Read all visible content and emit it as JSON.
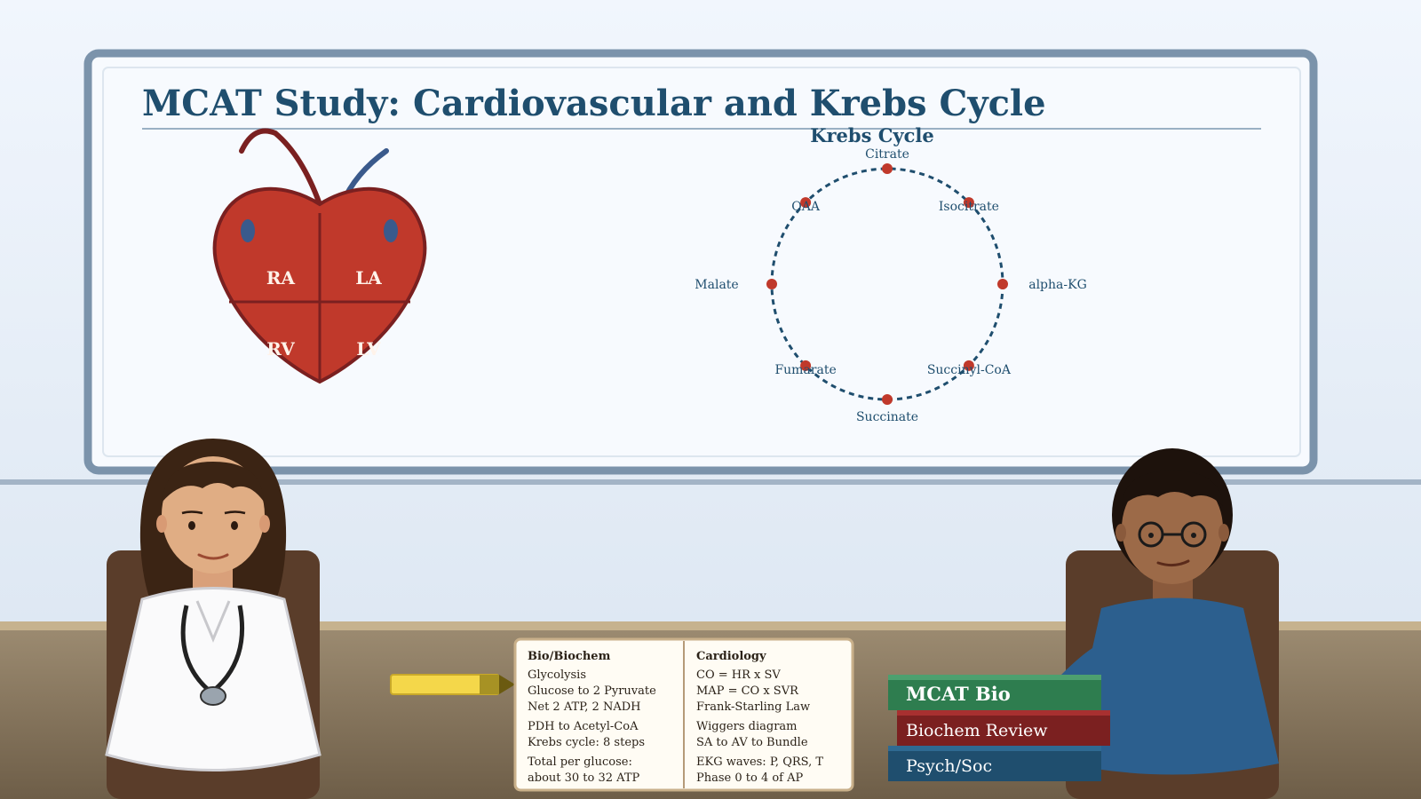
{
  "board": {
    "title": "MCAT Study: Cardiovascular and Krebs Cycle"
  },
  "heart": {
    "chambers": [
      "RA",
      "LA",
      "RV",
      "LV"
    ]
  },
  "krebs": {
    "title": "Krebs Cycle",
    "steps": [
      "Citrate",
      "Isocitrate",
      "alpha-KG",
      "Succinyl-CoA",
      "Succinate",
      "Fumarate",
      "Malate",
      "OAA"
    ]
  },
  "notebook": {
    "left": {
      "heading": "Bio/Biochem",
      "lines": [
        "Glycolysis",
        "Glucose to 2 Pyruvate",
        "Net 2 ATP, 2 NADH",
        "PDH to Acetyl-CoA",
        "Krebs cycle: 8 steps",
        "Total per glucose:",
        "about 30 to 32 ATP"
      ]
    },
    "right": {
      "heading": "Cardiology",
      "lines": [
        "CO = HR x SV",
        "MAP = CO x SVR",
        "Frank-Starling Law",
        "Wiggers diagram",
        "SA to AV to Bundle",
        "EKG waves: P, QRS, T",
        "Phase 0 to 4 of AP"
      ]
    }
  },
  "books": [
    "MCAT Bio",
    "Biochem Review",
    "Psych/Soc"
  ],
  "colors": {
    "board_frame": "#7b93ab",
    "title": "#1f4e6e",
    "heart": "#c0392b",
    "heart_outline": "#7a2020",
    "vein": "#3a5a8c",
    "book_bio": "#2e7d4f",
    "book_biochem": "#7b2020",
    "book_psych": "#1f4e6e"
  }
}
